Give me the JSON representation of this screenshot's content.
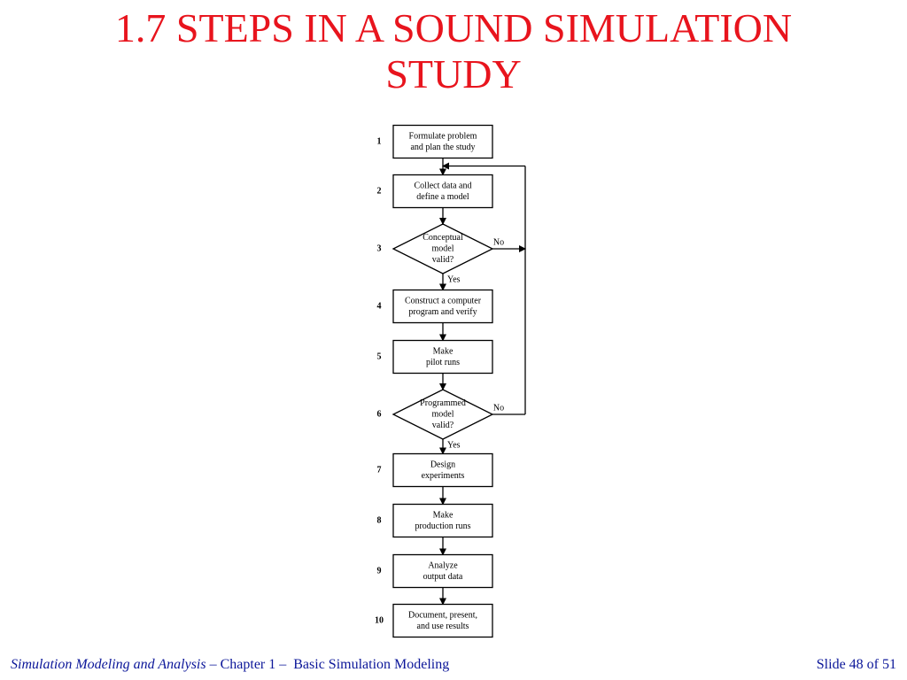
{
  "slide": {
    "title_lines": [
      "1.7  STEPS IN A SOUND SIMULATION",
      "STUDY"
    ],
    "colors": {
      "title": "#e8141d",
      "footer": "#0b1699",
      "lines": "#000000"
    }
  },
  "flowchart": {
    "steps": [
      {
        "number": "1",
        "shape": "box",
        "lines": [
          "Formulate problem",
          "and plan the study"
        ]
      },
      {
        "number": "2",
        "shape": "box",
        "lines": [
          "Collect data and",
          "define a model"
        ]
      },
      {
        "number": "3",
        "shape": "diamond",
        "lines": [
          "Conceptual",
          "model",
          "valid?"
        ],
        "yes_label": "Yes",
        "no_label": "No"
      },
      {
        "number": "4",
        "shape": "box",
        "lines": [
          "Construct a computer",
          "program and verify"
        ]
      },
      {
        "number": "5",
        "shape": "box",
        "lines": [
          "Make",
          "pilot runs"
        ]
      },
      {
        "number": "6",
        "shape": "diamond",
        "lines": [
          "Programmed",
          "model",
          "valid?"
        ],
        "yes_label": "Yes",
        "no_label": "No"
      },
      {
        "number": "7",
        "shape": "box",
        "lines": [
          "Design",
          "experiments"
        ]
      },
      {
        "number": "8",
        "shape": "box",
        "lines": [
          "Make",
          "production runs"
        ]
      },
      {
        "number": "9",
        "shape": "box",
        "lines": [
          "Analyze",
          "output data"
        ]
      },
      {
        "number": "10",
        "shape": "box",
        "lines": [
          "Document, present,",
          "and use results"
        ]
      }
    ]
  },
  "footer": {
    "book_title": "Simulation Modeling and Analysis",
    "chapter_text": " – Chapter 1 –  Basic Simulation Modeling",
    "slide_counter": "Slide 48 of 51"
  }
}
